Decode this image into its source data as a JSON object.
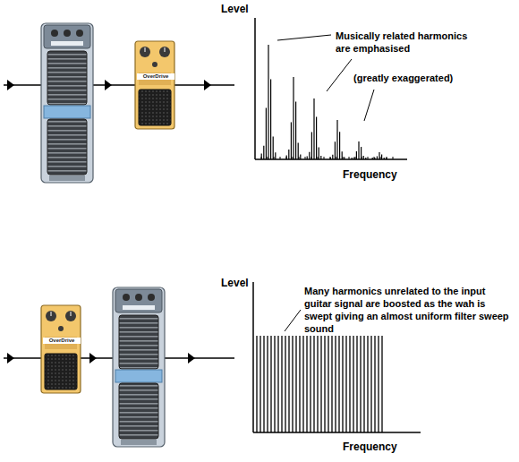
{
  "diagram": {
    "labels": [
      "Level",
      "Musically related harmonics are emphasised",
      "(greatly exaggerated)",
      "Frequency",
      "OverDrive",
      "Level",
      "Many harmonics unrelated to the input guitar signal are boosted as the wah is swept giving an almost uniform filter sweep sound",
      "Frequency",
      "OverDrive"
    ]
  }
}
